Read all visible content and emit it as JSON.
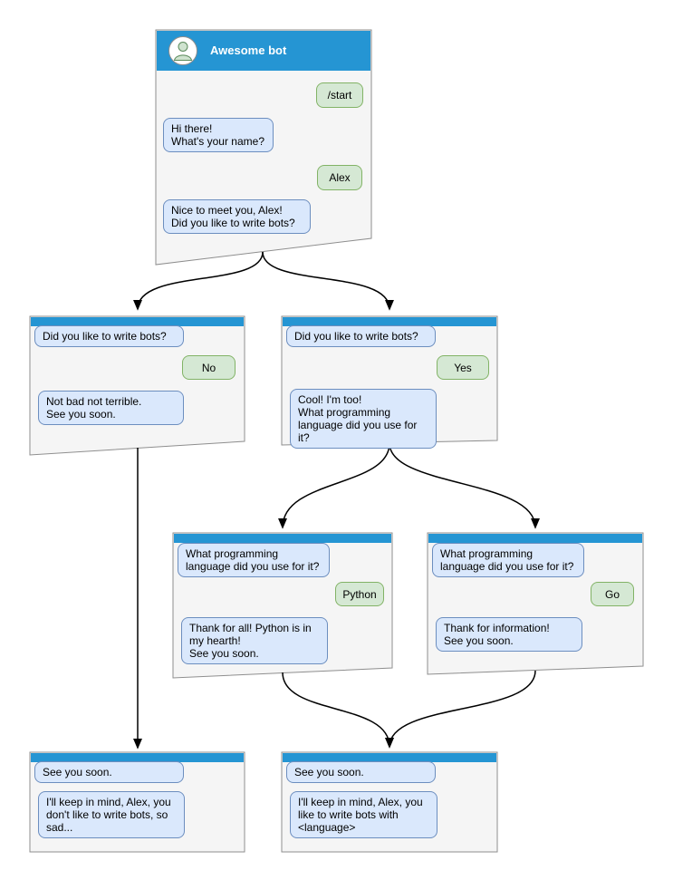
{
  "colors": {
    "header-blue": "#2595d3",
    "window-bg": "#f5f5f5",
    "window-border": "#8e8e8e",
    "bot-bubble-bg": "#dae8fc",
    "bot-bubble-border": "#6c8ebf",
    "user-bubble-bg": "#d5e8d4",
    "user-bubble-border": "#82b366",
    "arrow": "#000000",
    "title-text": "#ffffff"
  },
  "main": {
    "title": "Awesome bot",
    "start_cmd": "/start",
    "greeting": "Hi there!\nWhat's your name?",
    "user_name": "Alex",
    "ask_bots": "Nice to meet you, Alex!\nDid you like to write bots?"
  },
  "no_branch": {
    "question": "Did you like to write bots?",
    "answer": "No",
    "reply": "Not bad not terrible.\nSee you soon."
  },
  "yes_branch": {
    "question": "Did you like to write bots?",
    "answer": "Yes",
    "reply": "Cool! I'm too!\nWhat programming\nlanguage did you use for it?"
  },
  "python_branch": {
    "question": "What programming\nlanguage did you use for it?",
    "answer": "Python",
    "reply": "Thank for all! Python is in\nmy hearth!\nSee you soon."
  },
  "go_branch": {
    "question": "What programming\nlanguage did you use for it?",
    "answer": "Go",
    "reply": "Thank for information!\nSee you soon."
  },
  "no_end": {
    "header_msg": "See you soon.",
    "reply": "I'll keep in mind, Alex, you\ndon't like to write bots, so\nsad..."
  },
  "yes_end": {
    "header_msg": "See you soon.",
    "reply": "I'll keep in mind, Alex, you\nlike to write bots with\n<language>"
  }
}
